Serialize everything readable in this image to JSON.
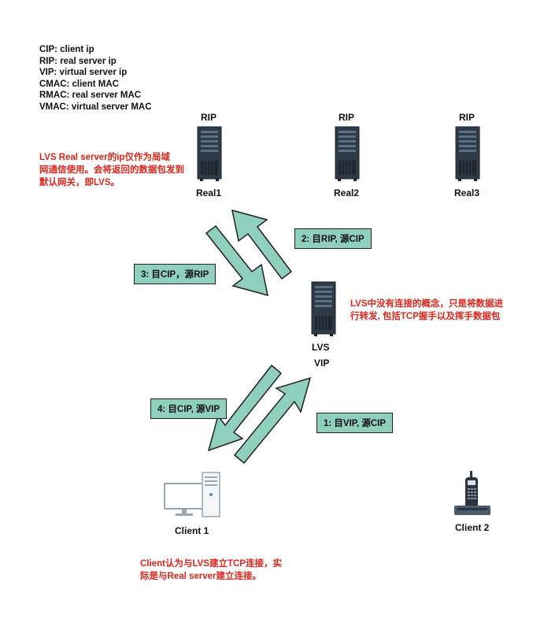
{
  "legend": [
    "CIP: client ip",
    "RIP: real server ip",
    "VIP: virtual server ip",
    "CMAC: client MAC",
    "RMAC: real server MAC",
    "VMAC: virtual server MAC"
  ],
  "servers": [
    {
      "top": "RIP",
      "bottom": "Real1"
    },
    {
      "top": "RIP",
      "bottom": "Real2"
    },
    {
      "top": "RIP",
      "bottom": "Real3"
    }
  ],
  "lvs": {
    "name": "LVS",
    "ip": "VIP"
  },
  "notes": {
    "real": [
      "LVS Real server的ip仅作为局域",
      "网通信使用。会将返回的数据包发到",
      "默认网关，即LVS。"
    ],
    "lvs": [
      "LVS中没有连接的概念，只是将数据进",
      "行转发, 包括TCP握手以及挥手数据包"
    ],
    "client": [
      "Client认为与LVS建立TCP连接，实",
      "际是与Real server建立连接。"
    ]
  },
  "steps": {
    "s1": "1: 目VIP, 源CIP",
    "s2": "2: 目RIP, 源CIP",
    "s3": "3: 目CIP，源RIP",
    "s4": "4: 目CIP, 源VIP"
  },
  "clients": {
    "c1": "Client 1",
    "c2": "Client 2"
  },
  "colors": {
    "arrow": "#8fcfbd",
    "note": "#e1251b",
    "server": "#2f3a47"
  }
}
